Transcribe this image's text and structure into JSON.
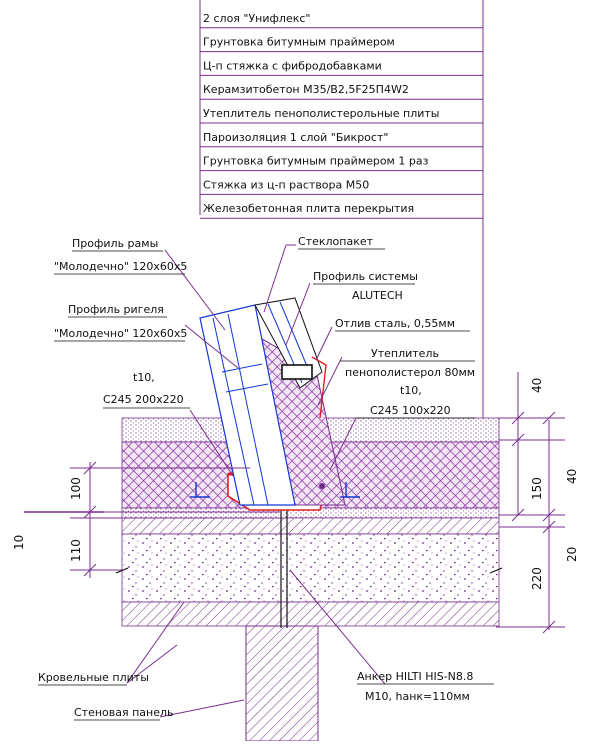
{
  "layers": [
    "2 слоя \"Унифлекс\"",
    "Грунтовка битумным праймером",
    "Ц-п стяжка с фибродобавками",
    "Керамзитобетон М35/В2,5F25П4W2",
    "Утеплитель пенополистерольные плиты",
    "Пароизоляция 1 слой \"Бикрост\"",
    "Грунтовка битумным праймером 1 раз",
    "Стяжка из ц-п раствора М50",
    "Железобетонная плита перекрытия"
  ],
  "labels": {
    "frame_profile_1": "Профиль рамы",
    "frame_profile_2": "\"Молодечно\" 120х60х5",
    "transom_profile_1": "Профиль ригеля",
    "transom_profile_2": "\"Молодечно\" 120х60х5",
    "glass_unit": "Стеклопакет",
    "system_profile_1": "Профиль системы",
    "system_profile_2": "ALUTECH",
    "flashing": "Отлив сталь, 0,55мм",
    "insulation_1": "Утеплитель",
    "insulation_2": "пенополистерол 80мм",
    "plate_right_1": "t10,",
    "plate_right_2": "С245 100х220",
    "plate_left_1": "t10,",
    "plate_left_2": "С245 200х220",
    "roof_slabs": "Кровельные плиты",
    "wall_panel": "Стеновая панель",
    "anchor_1": "Анкер HILTI HIS-N8.8",
    "anchor_2": "М10, hанк=110мм"
  },
  "dimensions": {
    "right_40_top": "40",
    "right_40_side": "40",
    "right_150": "150",
    "right_20": "20",
    "right_220": "220",
    "left_100": "100",
    "left_110": "110",
    "left_10": "10"
  },
  "colors": {
    "leader": "#7a2f8f",
    "hatch": "#8b2ca3",
    "fill_light": "#ede2f0",
    "profile": "#1238d6",
    "plate": "#e02222",
    "concrete_dots": "#6a2a80"
  }
}
